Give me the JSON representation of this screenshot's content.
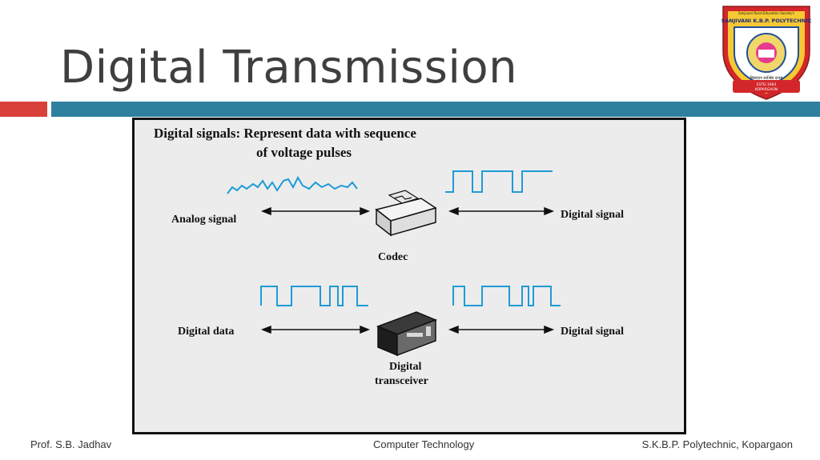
{
  "slide": {
    "title": "Digital Transmission"
  },
  "figure": {
    "heading_line1": "Digital signals: Represent data with sequence",
    "heading_line2": "of voltage pulses",
    "row1": {
      "left_label": "Analog signal",
      "device_label": "Codec",
      "right_label": "Digital signal"
    },
    "row2": {
      "left_label": "Digital data",
      "device_label_line1": "Digital",
      "device_label_line2": "transceiver",
      "right_label": "Digital signal"
    },
    "signal_color": "#1e9bd7"
  },
  "logo": {
    "top_text": "Sanjivani Rural Education Society's",
    "name": "SANJIVANI K.B.P. POLYTECHNIC",
    "motto": "विद्यादान सर्वश्रेष्ठ दानम",
    "estd": "ESTD.1983",
    "place": "KOPARGAON"
  },
  "footer": {
    "left": "Prof. S.B. Jadhav",
    "center": "Computer Technology",
    "right": "S.K.B.P. Polytechnic, Kopargaon"
  }
}
